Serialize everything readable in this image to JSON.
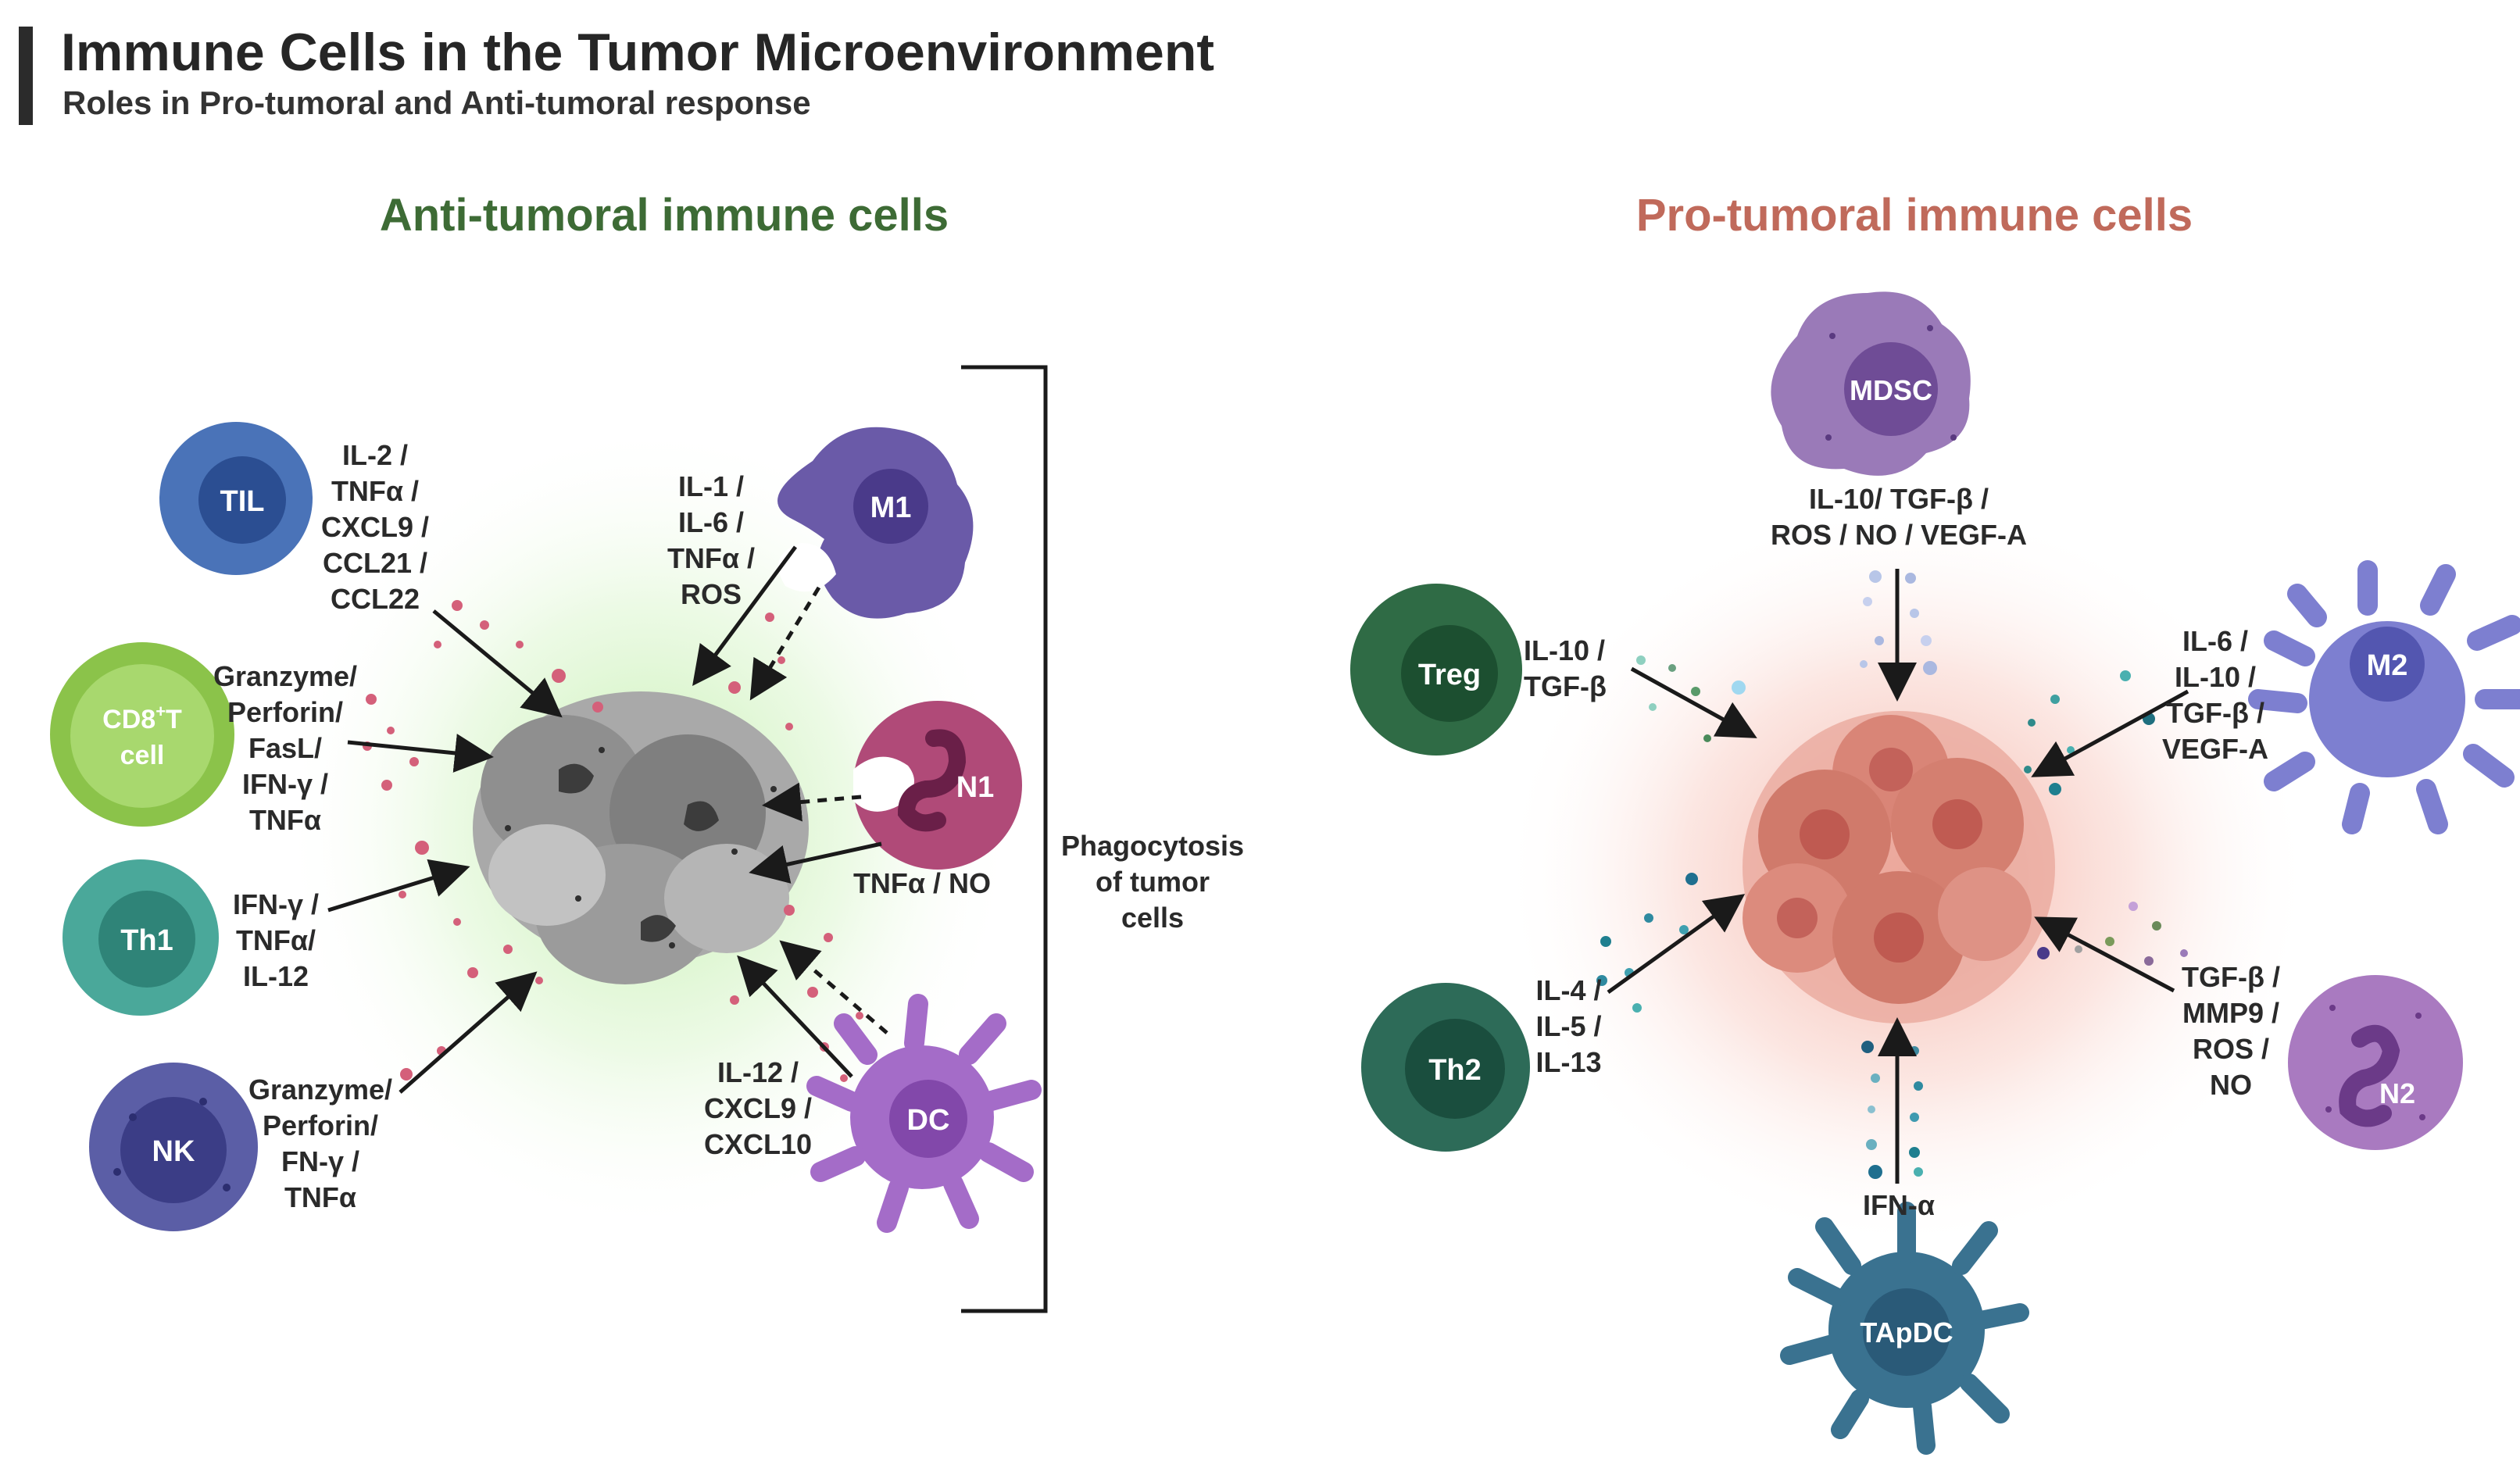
{
  "header": {
    "title": "Immune Cells in the Tumor Microenvironment",
    "subtitle": "Roles in Pro-tumoral and Anti-tumoral response"
  },
  "anti": {
    "heading": "Anti-tumoral immune cells",
    "cells": {
      "til": "TIL",
      "cd8_line1": "CD8",
      "cd8_sup": "+",
      "cd8_line1b": "T",
      "cd8_line2": "cell",
      "th1": "Th1",
      "nk": "NK",
      "m1": "M1",
      "n1": "N1",
      "dc": "DC"
    },
    "labels": {
      "til": [
        "IL-2 /",
        "TNFα /",
        "CXCL9 /",
        "CCL21 /",
        "CCL22"
      ],
      "cd8": [
        "Granzyme/",
        "Perforin/",
        "FasL/",
        "IFN-γ /",
        "TNFα"
      ],
      "th1": [
        "IFN-γ /",
        "TNFα/",
        "IL-12"
      ],
      "nk": [
        "Granzyme/",
        "Perforin/",
        "FN-γ /",
        "TNFα"
      ],
      "m1": [
        "IL-1 /",
        "IL-6 /",
        "TNFα /",
        "ROS"
      ],
      "n1": [
        "TNFα / NO"
      ],
      "dc": [
        "IL-12 /",
        "CXCL9 /",
        "CXCL10"
      ]
    },
    "phagocytosis": [
      "Phagocytosis",
      "of tumor",
      "cells"
    ]
  },
  "pro": {
    "heading": "Pro-tumoral immune cells",
    "cells": {
      "mdsc": "MDSC",
      "treg": "Treg",
      "m2": "M2",
      "th2": "Th2",
      "n2": "N2",
      "tapdc": "TApDC"
    },
    "labels": {
      "mdsc": [
        "IL-10/ TGF-β /",
        "ROS / NO / VEGF-A"
      ],
      "treg": [
        "IL-10 /",
        "TGF-β"
      ],
      "m2": [
        "IL-6 /",
        "IL-10 /",
        "TGF-β /",
        "VEGF-A"
      ],
      "th2": [
        "IL-4 /",
        "IL-5 /",
        "IL-13"
      ],
      "n2": [
        "TGF-β /",
        "MMP9 /",
        "ROS /",
        "NO"
      ],
      "tapdc": [
        "IFN-α"
      ]
    }
  },
  "colors": {
    "anti_heading": "#3d6b35",
    "pro_heading": "#c06a5b",
    "til": "#4a73b8",
    "cd8": "#8bc34a",
    "th1": "#4aa89a",
    "nk": "#5b5ea6",
    "m1": "#6a5aa8",
    "n1": "#b04a78",
    "dc": "#a46cc8",
    "mdsc": "#9a7ab8",
    "treg": "#2f6b45",
    "m2": "#7d7fd0",
    "th2": "#2d6b58",
    "n2": "#a97ac0",
    "tapdc": "#3a7290"
  }
}
